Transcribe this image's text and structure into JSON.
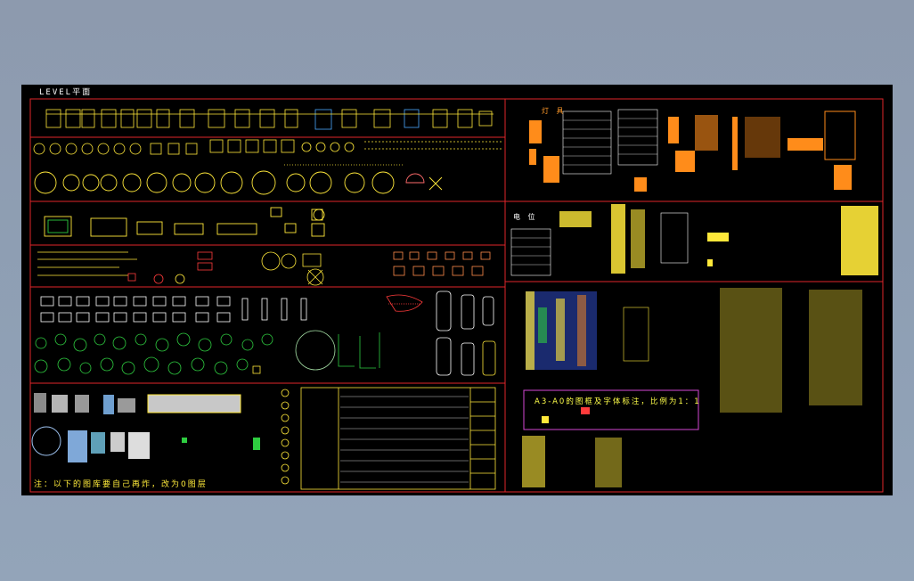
{
  "drawing": {
    "title": "LEVEL平面",
    "bottom_note": "注：以下的图库要自己再炸，改为0图层",
    "scale_note": "A3-A0的图框及字体标注，比例为1：1",
    "label_lights": "灯 具",
    "label_electrical": "电 位"
  },
  "colors": {
    "background": "#000000",
    "frame": "#e0262a",
    "yellow": "#ffe83a",
    "orange": "#ff8c1a",
    "green": "#2ecc40",
    "magenta": "#d447d4"
  }
}
